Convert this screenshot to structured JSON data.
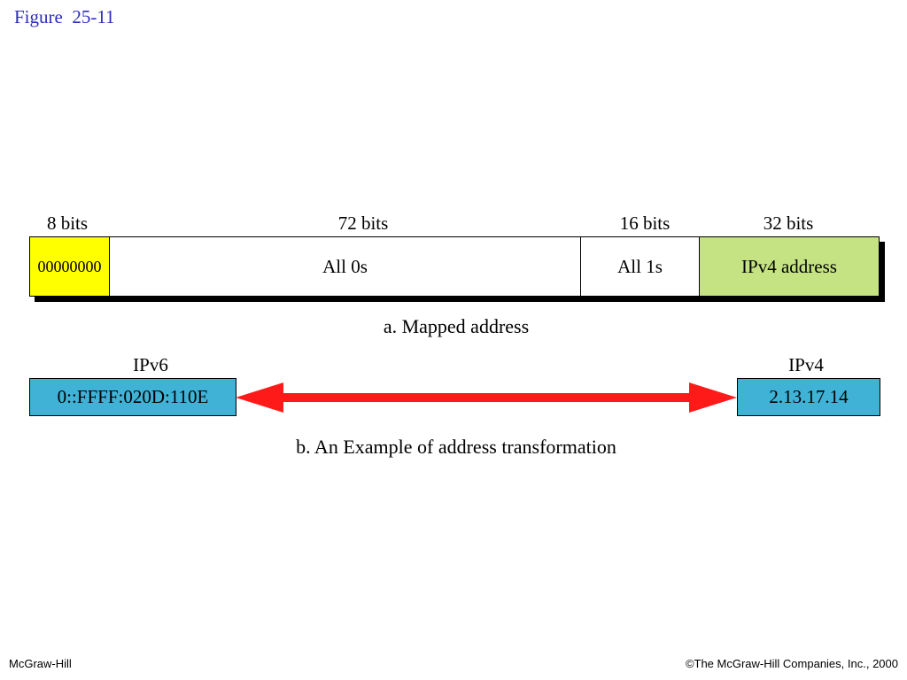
{
  "figure_title": "Figure  25-11",
  "mapped": {
    "bit_labels": [
      "8 bits",
      "72 bits",
      "16 bits",
      "32 bits"
    ],
    "segments": [
      "00000000",
      "All 0s",
      "All 1s",
      "IPv4 address"
    ],
    "caption": "a. Mapped address"
  },
  "transform": {
    "ipv6_label": "IPv6",
    "ipv6_value": "0::FFFF:020D:110E",
    "ipv4_label": "IPv4",
    "ipv4_value": "2.13.17.14",
    "caption": "b. An Example of address transformation"
  },
  "footer": {
    "left": "McGraw-Hill",
    "right": "©The McGraw-Hill Companies, Inc., 2000"
  },
  "colors": {
    "title": "#2c2cbe",
    "prefix_segment": "#ffff00",
    "ipv4_segment": "#c5e383",
    "ip_box": "#3fb2d6",
    "arrow": "#ff1a1a"
  }
}
